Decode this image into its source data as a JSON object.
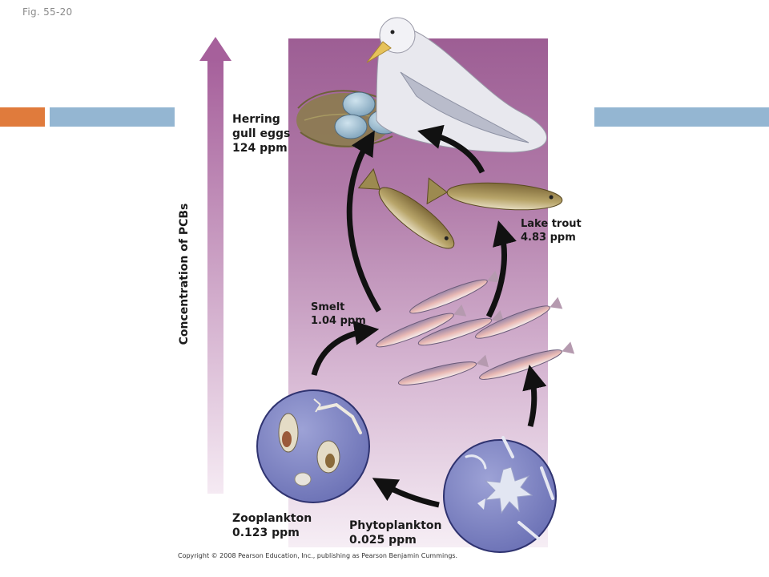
{
  "figure_label": "Fig. 55-20",
  "axis_label": "Concentration of PCBs",
  "copyright": "Copyright © 2008 Pearson Education, Inc., publishing as Pearson Benjamin Cummings.",
  "colors": {
    "accent_orange": "#e07b3c",
    "accent_blue": "#94b6d2",
    "panel_top": "#9d5e94",
    "panel_bottom": "#f6eef5",
    "arrow": "#111111",
    "plankton_circle": "#7f85c6"
  },
  "organisms": [
    {
      "name_lines": [
        "Herring",
        "gull eggs"
      ],
      "value": "124 ppm",
      "icon": "gull-nest-eggs"
    },
    {
      "name_lines": [
        "Lake trout"
      ],
      "value": "4.83 ppm",
      "icon": "trout"
    },
    {
      "name_lines": [
        "Smelt"
      ],
      "value": "1.04 ppm",
      "icon": "smelt-fish"
    },
    {
      "name_lines": [
        "Zooplankton"
      ],
      "value": "0.123 ppm",
      "icon": "zooplankton-circle"
    },
    {
      "name_lines": [
        "Phytoplankton"
      ],
      "value": "0.025 ppm",
      "icon": "phytoplankton-circle"
    }
  ]
}
